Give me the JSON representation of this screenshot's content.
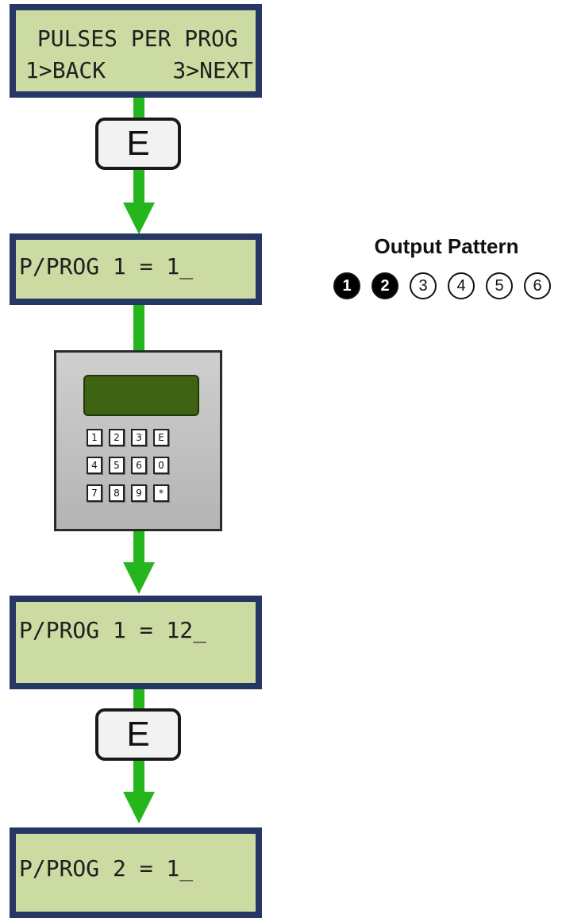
{
  "screens": [
    {
      "line1": " PULSES PER PROG",
      "line2": "1>BACK     3>NEXT"
    },
    {
      "line1": "P/PROG 1 = 1_",
      "line2": ""
    },
    {
      "line1": "P/PROG 1 = 12_",
      "line2": ""
    },
    {
      "line1": "P/PROG 2 = 1_",
      "line2": ""
    }
  ],
  "keys": {
    "enter_label": "E"
  },
  "keypad": {
    "rows": [
      [
        "1",
        "2",
        "3",
        "E"
      ],
      [
        "4",
        "5",
        "6",
        "0"
      ],
      [
        "7",
        "8",
        "9",
        "*"
      ]
    ]
  },
  "output_pattern": {
    "title": "Output Pattern",
    "outputs": [
      {
        "label": "1",
        "active": true
      },
      {
        "label": "2",
        "active": true
      },
      {
        "label": "3",
        "active": false
      },
      {
        "label": "4",
        "active": false
      },
      {
        "label": "5",
        "active": false
      },
      {
        "label": "6",
        "active": false
      }
    ]
  },
  "colors": {
    "lcd_bg": "#ccdba2",
    "lcd_border": "#273764",
    "arrow": "#25b61d",
    "keypad_screen": "#3e6313"
  }
}
